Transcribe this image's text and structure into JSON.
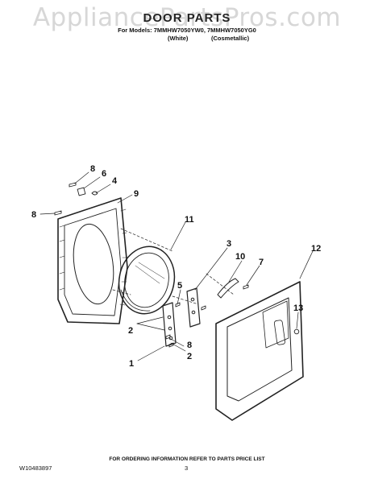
{
  "watermark": "AppliancePartsPros.com",
  "header": {
    "title": "DOOR PARTS",
    "models": "For Models: 7MMHW7050YW0, 7MMHW7050YG0",
    "variant_white": "(White)",
    "variant_cosmetallic": "(Cosmetallic)"
  },
  "callouts": {
    "c8a": "8",
    "c6": "6",
    "c4": "4",
    "c9": "9",
    "c8b": "8",
    "c11": "11",
    "c3": "3",
    "c10": "10",
    "c7": "7",
    "c12": "12",
    "c5": "5",
    "c13": "13",
    "c2a": "2",
    "c8c": "8",
    "c2b": "2",
    "c1": "1"
  },
  "footer": {
    "note": "FOR ORDERING INFORMATION REFER TO PARTS PRICE LIST",
    "doc_number": "W10483897",
    "page_number": "3"
  }
}
